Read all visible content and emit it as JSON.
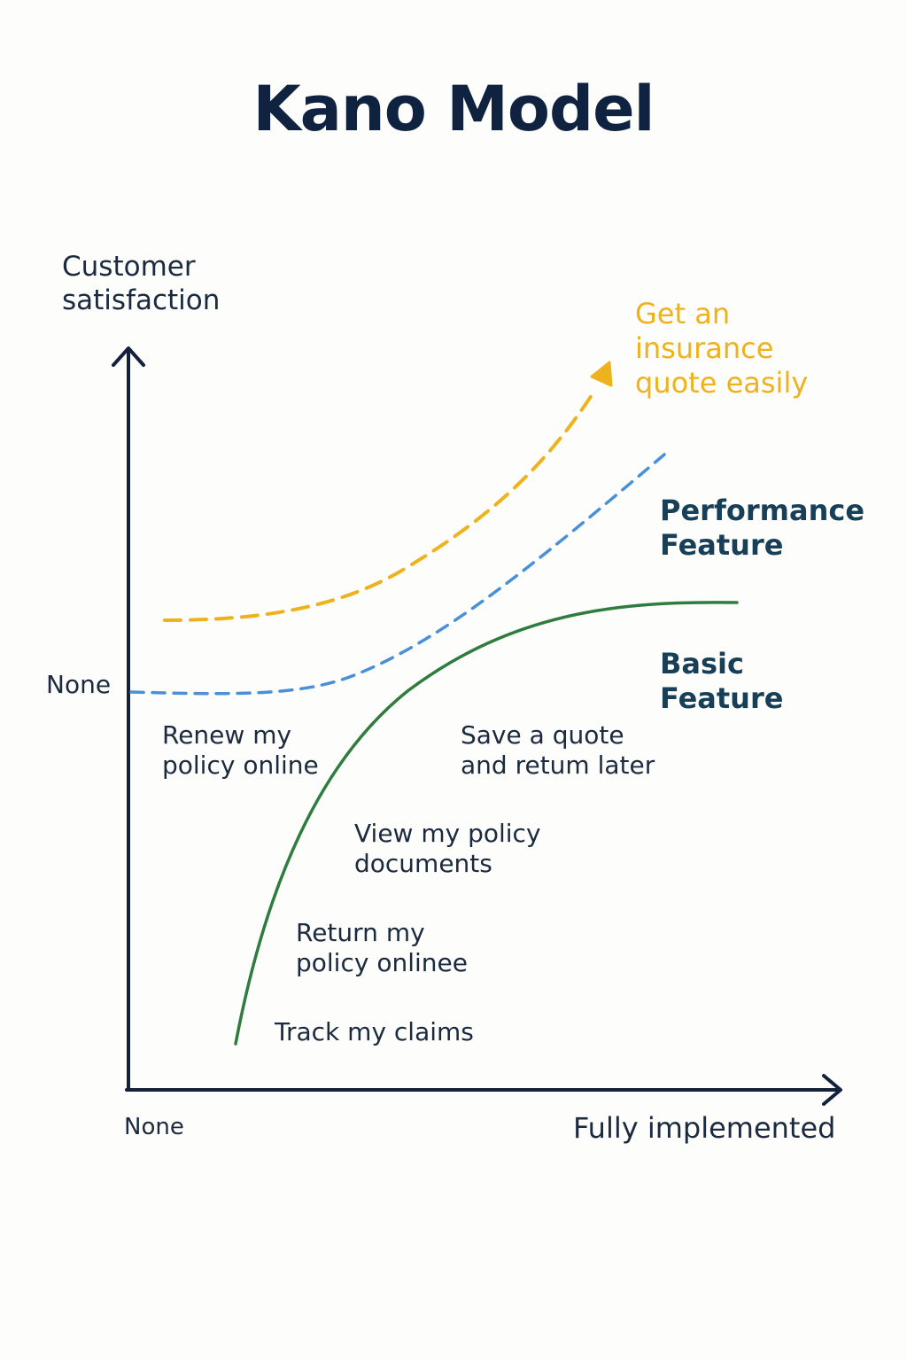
{
  "title": "Kano Model",
  "axes": {
    "y_label": "Customer satisfaction",
    "y_none": "None",
    "x_none": "None",
    "x_label": "Fully implemented"
  },
  "curves": {
    "delighter_label": "Get an insurance quote easily",
    "performance_label": "Performance Feature",
    "basic_label": "Basic Feature"
  },
  "items": {
    "renew": "Renew my policy online",
    "save": "Save a quote and retum later",
    "view": "View my policy documents",
    "return": "Return my policy onlinee",
    "track": "Track my claims"
  },
  "colors": {
    "axis": "#14213d",
    "delighter": "#eeb21c",
    "performance": "#4a90d9",
    "basic": "#2e7d3e",
    "feature_label": "#173f57"
  }
}
